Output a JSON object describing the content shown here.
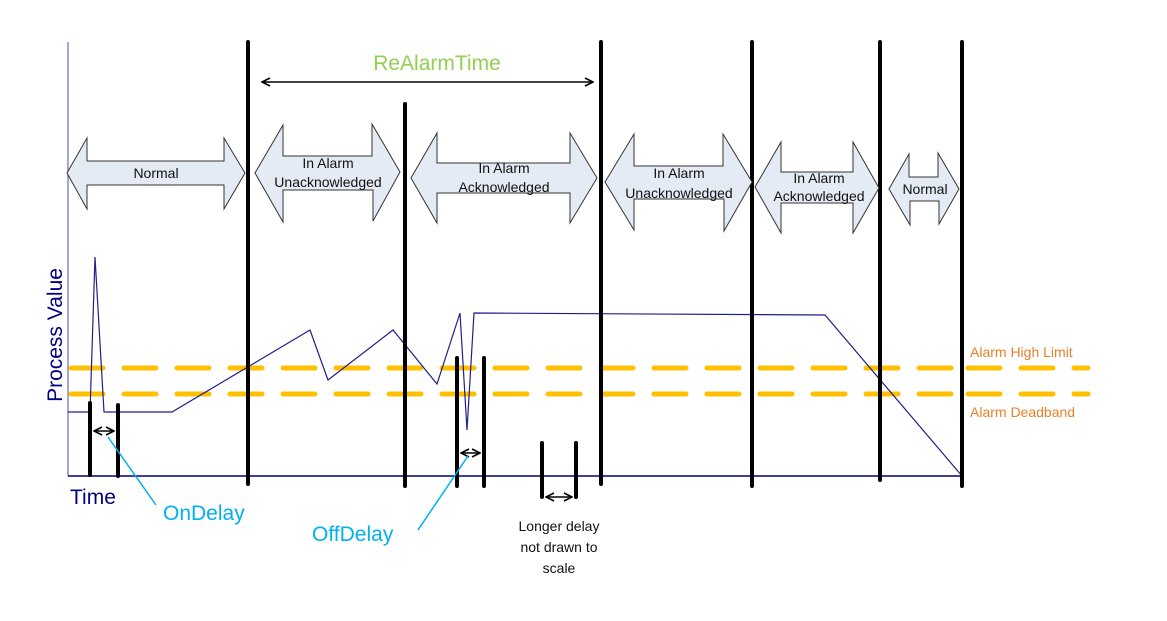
{
  "diagram": {
    "title": "Alarm state timeline",
    "axes": {
      "y_label": "Process Value",
      "x_label": "Time"
    },
    "realarm": {
      "label": "ReAlarmTime"
    },
    "states": [
      {
        "lines": [
          "Normal"
        ]
      },
      {
        "lines": [
          "In Alarm",
          "Unacknowledged"
        ]
      },
      {
        "lines": [
          "In Alarm",
          "Acknowledged"
        ]
      },
      {
        "lines": [
          "In Alarm",
          "Unacknowledged"
        ]
      },
      {
        "lines": [
          "In Alarm",
          "Acknowledged"
        ]
      },
      {
        "lines": [
          "Normal"
        ]
      }
    ],
    "limits": {
      "high_limit_label": "Alarm High Limit",
      "deadband_label": "Alarm Deadband"
    },
    "annotations": {
      "on_delay": "OnDelay",
      "off_delay": "OffDelay",
      "note_lines": [
        "Longer delay",
        "not drawn to",
        "scale"
      ]
    },
    "colors": {
      "axis": "#000080",
      "process_line": "#1f1f8a",
      "limit_dash": "#ffc000",
      "limit_text": "#e8802a",
      "realarm_text": "#92d050",
      "delay_text": "#00b0f0",
      "state_fill": "#e4ebf5",
      "marker": "#000000"
    }
  }
}
